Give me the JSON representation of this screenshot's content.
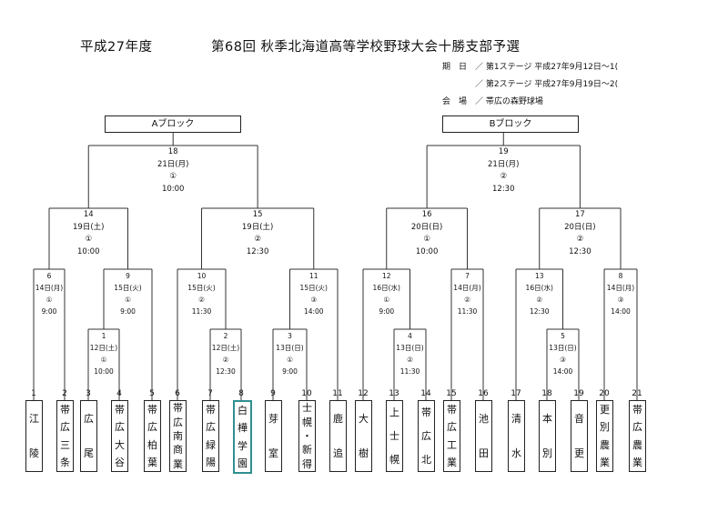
{
  "header": {
    "year_label": "平成27年度",
    "tournament_title": "第68回 秋季北海道高等学校野球大会十勝支部予選",
    "schedule_label": "期　日",
    "stage1": "／ 第1ステージ 平成27年9月12日～1(",
    "stage2": "／ 第2ステージ 平成27年9月19日～2(",
    "venue_label": "会　場",
    "venue": "／ 帯広の森野球場"
  },
  "blocks": {
    "a": "Aブロック",
    "b": "Bブロック"
  },
  "matches": {
    "m1": [
      "1",
      "12日(土)",
      "①",
      "10:00"
    ],
    "m2": [
      "2",
      "12日(土)",
      "②",
      "12:30"
    ],
    "m3": [
      "3",
      "13日(日)",
      "①",
      "9:00"
    ],
    "m4": [
      "4",
      "13日(日)",
      "②",
      "11:30"
    ],
    "m5": [
      "5",
      "13日(日)",
      "③",
      "14:00"
    ],
    "m6": [
      "6",
      "14日(月)",
      "①",
      "9:00"
    ],
    "m7": [
      "7",
      "14日(月)",
      "②",
      "11:30"
    ],
    "m8": [
      "8",
      "14日(月)",
      "③",
      "14:00"
    ],
    "m9": [
      "9",
      "15日(火)",
      "①",
      "9:00"
    ],
    "m10": [
      "10",
      "15日(火)",
      "②",
      "11:30"
    ],
    "m11": [
      "11",
      "15日(火)",
      "③",
      "14:00"
    ],
    "m12": [
      "12",
      "16日(水)",
      "①",
      "9:00"
    ],
    "m13": [
      "13",
      "16日(水)",
      "②",
      "12:30"
    ],
    "m14": [
      "14",
      "19日(土)",
      "①",
      "10:00"
    ],
    "m15": [
      "15",
      "19日(土)",
      "②",
      "12:30"
    ],
    "m16": [
      "16",
      "20日(日)",
      "①",
      "10:00"
    ],
    "m17": [
      "17",
      "20日(日)",
      "②",
      "12:30"
    ],
    "m18": [
      "18",
      "21日(月)",
      "①",
      "10:00"
    ],
    "m19": [
      "19",
      "21日(月)",
      "②",
      "12:30"
    ]
  },
  "teams": [
    {
      "num": "1",
      "name": [
        "江",
        "陵"
      ]
    },
    {
      "num": "2",
      "name": [
        "帯",
        "広",
        "三",
        "条"
      ]
    },
    {
      "num": "3",
      "name": [
        "広",
        "尾"
      ]
    },
    {
      "num": "4",
      "name": [
        "帯",
        "広",
        "大",
        "谷"
      ]
    },
    {
      "num": "5",
      "name": [
        "帯",
        "広",
        "柏",
        "葉"
      ]
    },
    {
      "num": "6",
      "name": [
        "帯",
        "広",
        "南",
        "商",
        "業"
      ]
    },
    {
      "num": "7",
      "name": [
        "帯",
        "広",
        "緑",
        "陽"
      ]
    },
    {
      "num": "8",
      "name": [
        "白",
        "樺",
        "学",
        "園"
      ]
    },
    {
      "num": "9",
      "name": [
        "芽",
        "室"
      ]
    },
    {
      "num": "10",
      "name": [
        "士",
        "幌",
        "・",
        "新",
        "得"
      ]
    },
    {
      "num": "11",
      "name": [
        "鹿",
        "追"
      ]
    },
    {
      "num": "12",
      "name": [
        "大",
        "樹"
      ]
    },
    {
      "num": "13",
      "name": [
        "上",
        "士",
        "幌"
      ]
    },
    {
      "num": "14",
      "name": [
        "帯",
        "広",
        "北"
      ]
    },
    {
      "num": "15",
      "name": [
        "帯",
        "広",
        "工",
        "業"
      ]
    },
    {
      "num": "16",
      "name": [
        "池",
        "田"
      ]
    },
    {
      "num": "17",
      "name": [
        "清",
        "水"
      ]
    },
    {
      "num": "18",
      "name": [
        "本",
        "別"
      ]
    },
    {
      "num": "19",
      "name": [
        "音",
        "更"
      ]
    },
    {
      "num": "20",
      "name": [
        "更",
        "別",
        "農",
        "業"
      ]
    },
    {
      "num": "21",
      "name": [
        "帯",
        "広",
        "農",
        "業"
      ]
    }
  ]
}
